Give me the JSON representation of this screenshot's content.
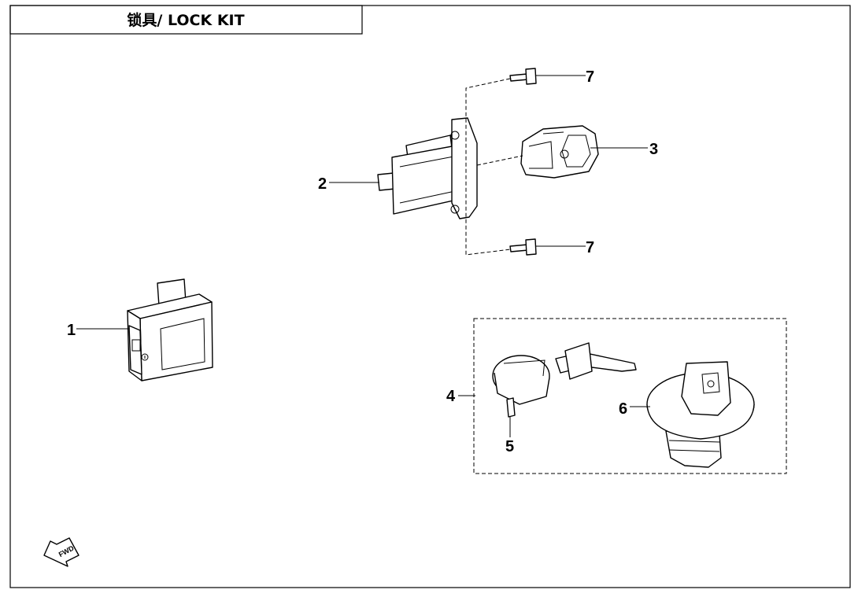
{
  "title": "锁具/ LOCK KIT",
  "callouts": {
    "c1": "1",
    "c2": "2",
    "c3": "3",
    "c4": "4",
    "c5": "5",
    "c6": "6",
    "c7_top": "7",
    "c7_bottom": "7"
  },
  "fwd_label": "FWD"
}
